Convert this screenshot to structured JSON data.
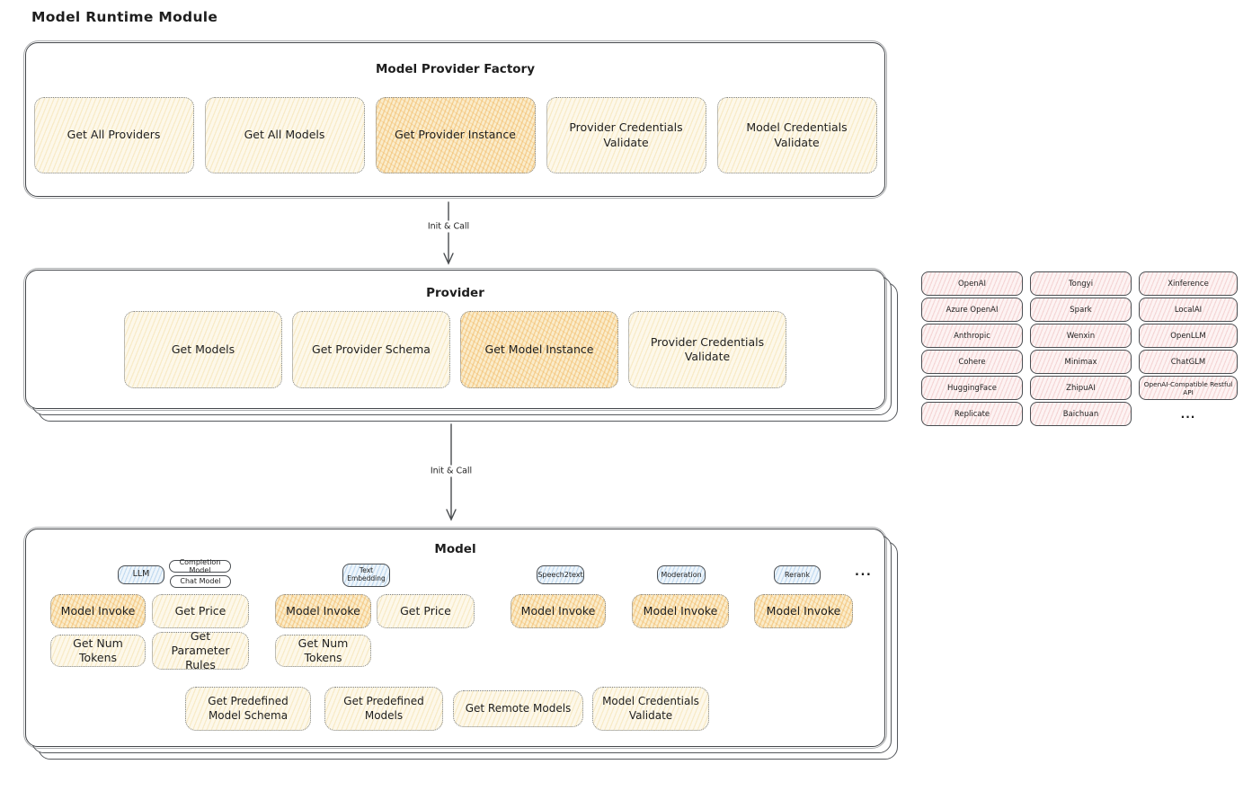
{
  "page_title": "Model Runtime Module",
  "colors": {
    "node_cream": "#fdf8ea",
    "node_cream_hatch": "#e8c468",
    "node_highlight": "#faeccb",
    "node_highlight_hatch": "#f0ad4e",
    "provider_chip_pink": "#fdf3f3",
    "provider_chip_hatch": "#e18c8c",
    "type_tag_blue": "#eef5fb",
    "type_tag_hatch": "#7eb1de",
    "stroke_dark": "#44474b",
    "text": "#1e1e1e"
  },
  "factory": {
    "title": "Model Provider Factory",
    "buttons": [
      {
        "label": "Get All Providers",
        "highlighted": false
      },
      {
        "label": "Get All Models",
        "highlighted": false
      },
      {
        "label": "Get Provider Instance",
        "highlighted": true
      },
      {
        "label": "Provider Credentials Validate",
        "highlighted": false
      },
      {
        "label": "Model Credentials Validate",
        "highlighted": false
      }
    ]
  },
  "flows": {
    "init_call_1": "Init & Call",
    "init_call_2": "Init & Call"
  },
  "provider": {
    "title": "Provider",
    "buttons": [
      {
        "label": "Get Models",
        "highlighted": false
      },
      {
        "label": "Get Provider Schema",
        "highlighted": false
      },
      {
        "label": "Get Model Instance",
        "highlighted": true
      },
      {
        "label": "Provider Credentials Validate",
        "highlighted": false
      }
    ]
  },
  "providers_panel": {
    "items": [
      "OpenAI",
      "Tongyi",
      "Xinference",
      "Azure OpenAI",
      "Spark",
      "LocalAI",
      "Anthropic",
      "Wenxin",
      "OpenLLM",
      "Cohere",
      "Minimax",
      "ChatGLM",
      "HuggingFace",
      "ZhipuAI",
      "OpenAI-Compatible Restful API",
      "Replicate",
      "Baichuan"
    ],
    "more": "..."
  },
  "model": {
    "title": "Model",
    "types": {
      "llm": "LLM",
      "completion": "Completion Model",
      "chat": "Chat Model",
      "text_embedding": "Text Embedding",
      "speech2text": "Speech2text",
      "moderation": "Moderation",
      "rerank": "Rerank",
      "more": "..."
    },
    "actions": {
      "model_invoke": "Model Invoke",
      "get_price": "Get Price",
      "get_num_tokens": "Get Num Tokens",
      "get_parameter_rules": "Get Parameter Rules",
      "get_predefined_model_schema": "Get Predefined Model Schema",
      "get_predefined_models": "Get Predefined Models",
      "get_remote_models": "Get Remote Models",
      "model_credentials_validate": "Model Credentials Validate"
    }
  }
}
